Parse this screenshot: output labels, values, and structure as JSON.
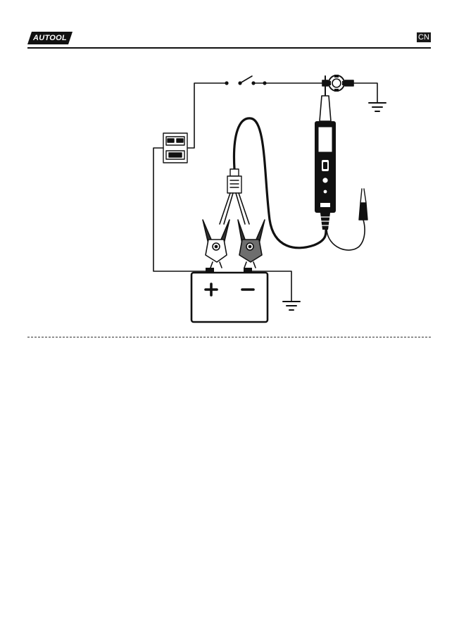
{
  "header": {
    "brand": "AUTOOL",
    "language": "CN"
  },
  "diagram": {
    "components": [
      "switch",
      "bulb",
      "ground",
      "fuse-box",
      "battery",
      "battery-clamps",
      "power-probe",
      "alligator-clip"
    ],
    "battery": {
      "positive_symbol": "+",
      "negative_symbol": "−"
    }
  }
}
